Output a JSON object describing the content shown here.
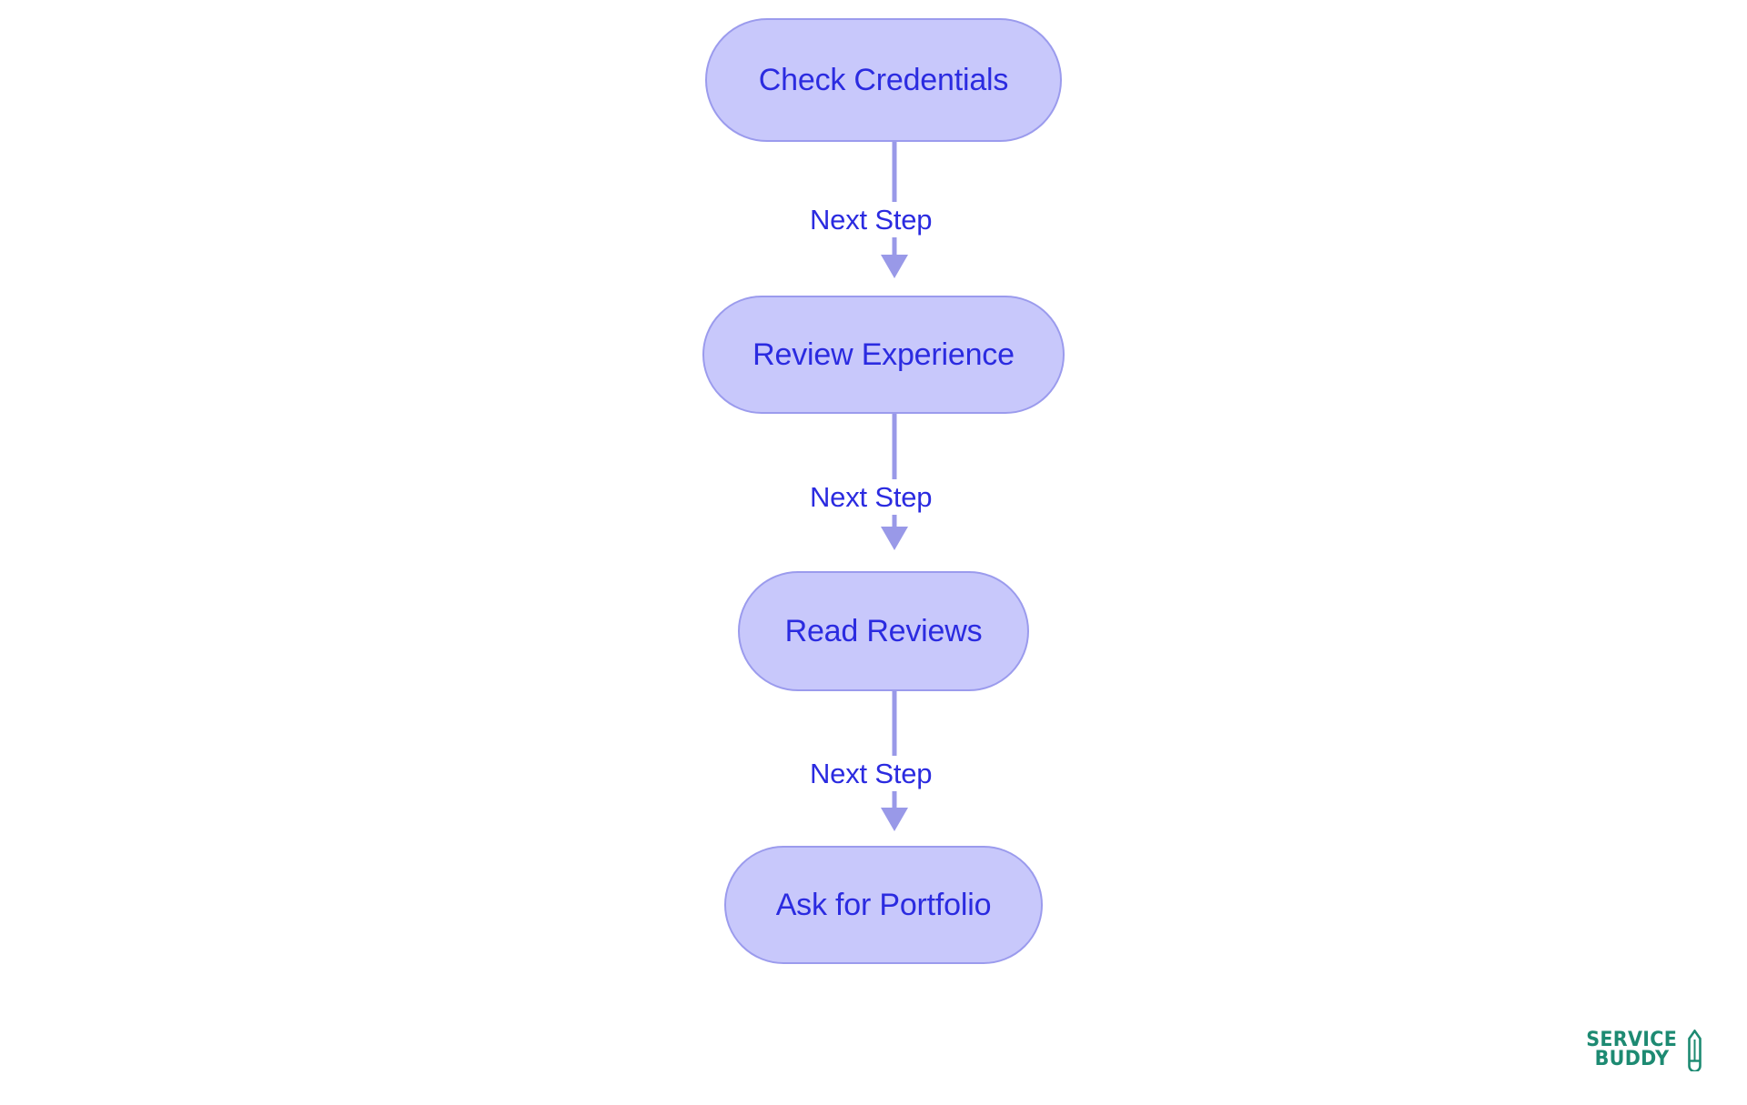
{
  "diagram": {
    "type": "flowchart",
    "orientation": "vertical",
    "title": "",
    "colors": {
      "node_fill": "#c8c8fb",
      "node_border": "#9b9bed",
      "node_text": "#2b2be0",
      "connector": "#9999e8",
      "edge_label_text": "#2b2be0",
      "background": "#ffffff",
      "brand": "#1d8a72"
    },
    "nodes": [
      {
        "id": "check-credentials",
        "label": "Check Credentials",
        "shape": "stadium"
      },
      {
        "id": "review-experience",
        "label": "Review Experience",
        "shape": "stadium"
      },
      {
        "id": "read-reviews",
        "label": "Read Reviews",
        "shape": "stadium"
      },
      {
        "id": "ask-for-portfolio",
        "label": "Ask for Portfolio",
        "shape": "stadium"
      }
    ],
    "edges": [
      {
        "id": "edge-1",
        "from": "check-credentials",
        "to": "review-experience",
        "label": "Next Step"
      },
      {
        "id": "edge-2",
        "from": "review-experience",
        "to": "read-reviews",
        "label": "Next Step"
      },
      {
        "id": "edge-3",
        "from": "read-reviews",
        "to": "ask-for-portfolio",
        "label": "Next Step"
      }
    ]
  },
  "brand": {
    "line1": "SERVICE",
    "line2": "BUDDY",
    "icon": "pencil-icon"
  }
}
